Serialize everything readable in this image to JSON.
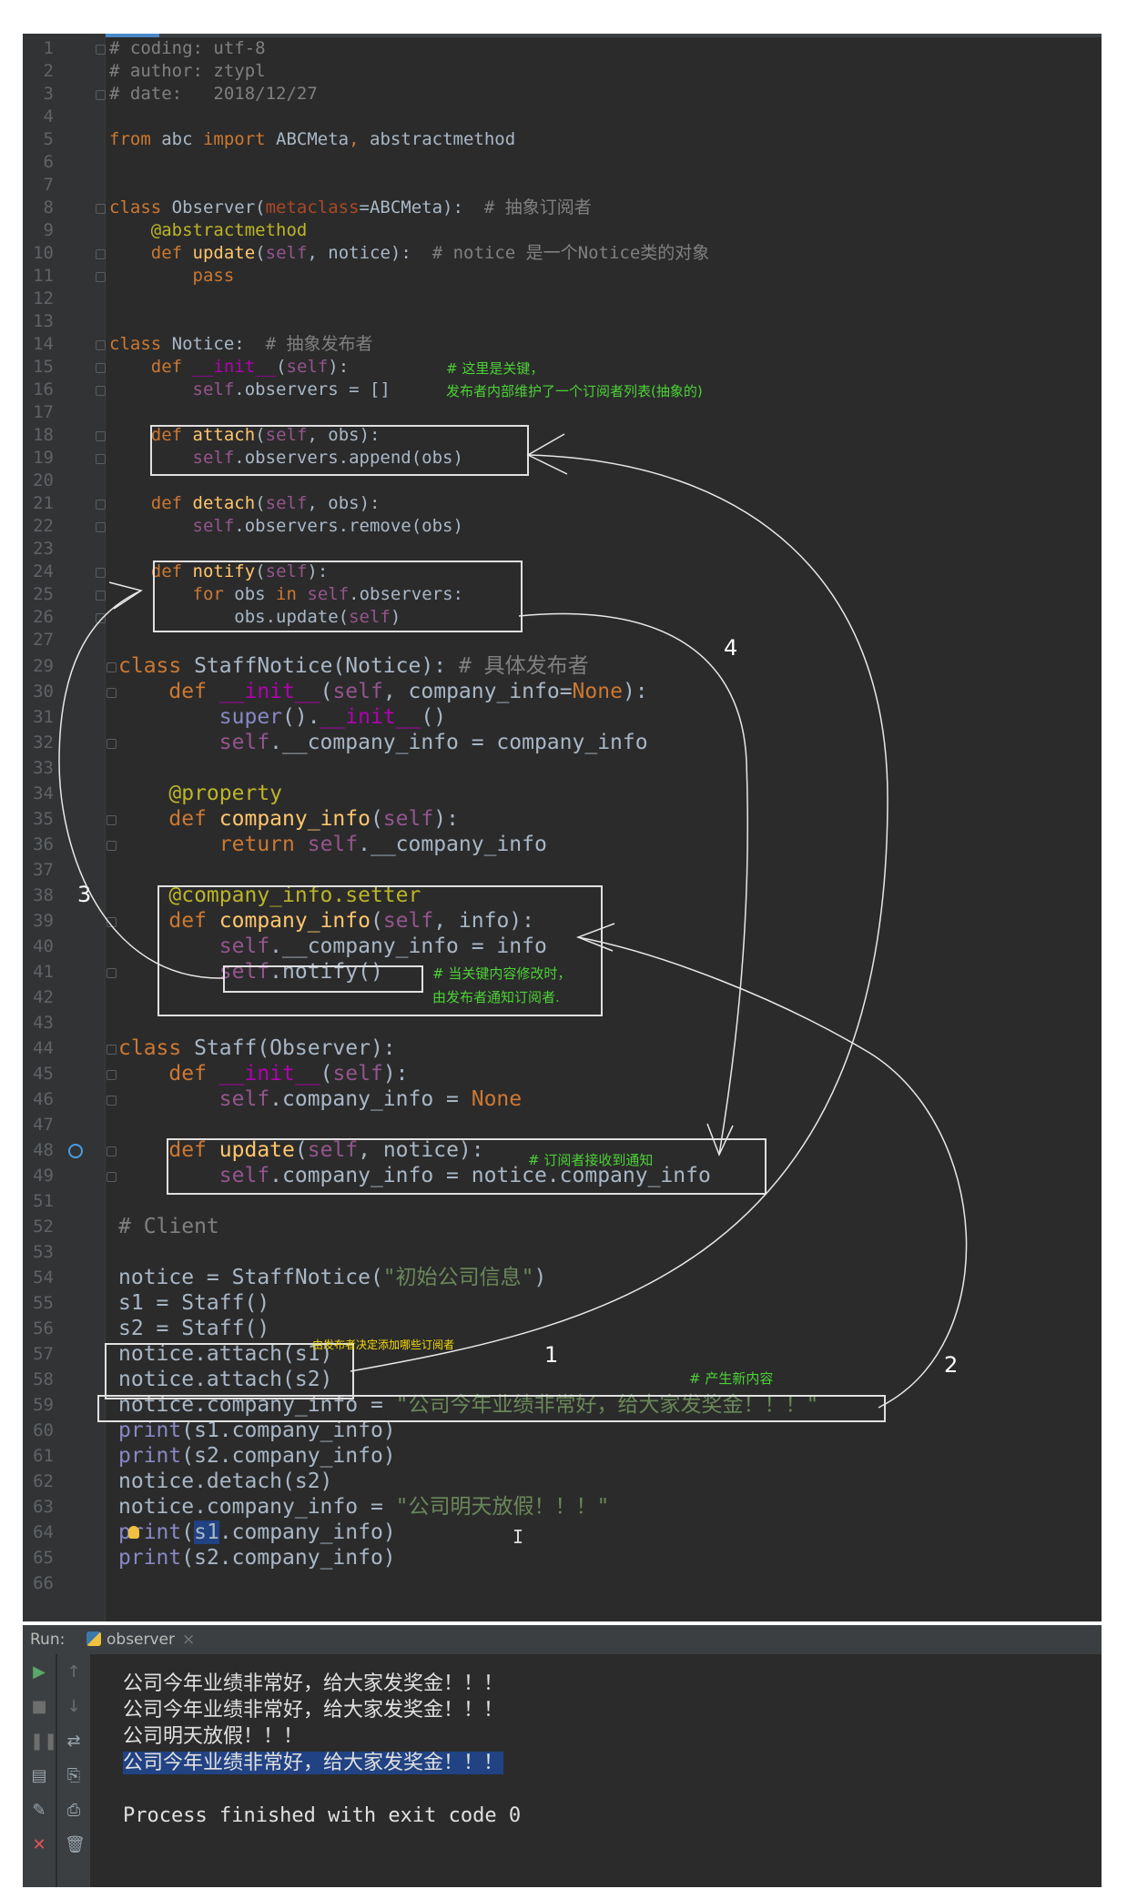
{
  "run_panel": {
    "label": "Run:",
    "tab": "observer",
    "output": [
      "公司今年业绩非常好，给大家发奖金！！！",
      "公司今年业绩非常好，给大家发奖金！！！",
      "公司明天放假！！！",
      "公司今年业绩非常好，给大家发奖金！！！"
    ],
    "exit_message": "Process finished with exit code 0"
  },
  "annotations": {
    "key_1": "# 这里是关键，",
    "key_2": "发布者内部维护了一个订阅者列表(抽象的)",
    "notify_1": "# 当关键内容修改时，",
    "notify_2": "由发布者通知订阅者.",
    "update": "# 订阅者接收到通知",
    "attach": "由发布者决定添加哪些订阅者",
    "new_content": "# 产生新内容"
  },
  "markers": {
    "m1": "1",
    "m2": "2",
    "m3": "3",
    "m4": "4"
  },
  "colors": {
    "editor_bg": "#2b2b2b",
    "gutter_bg": "#313335",
    "keyword": "#cc7832",
    "self": "#94558d",
    "string": "#6a8759",
    "comment": "#808080",
    "decorator": "#bbb529",
    "function": "#ffc66d",
    "annotation": "#4cd137",
    "selection": "#214283"
  },
  "icons": [
    "fold-marker-icon",
    "override-marker-icon",
    "run-icon",
    "stop-icon",
    "pause-icon",
    "rerun-icon",
    "python-file-icon",
    "close-icon",
    "pin-icon",
    "trash-icon",
    "print-icon",
    "scroll-up-icon",
    "scroll-down-icon"
  ]
}
